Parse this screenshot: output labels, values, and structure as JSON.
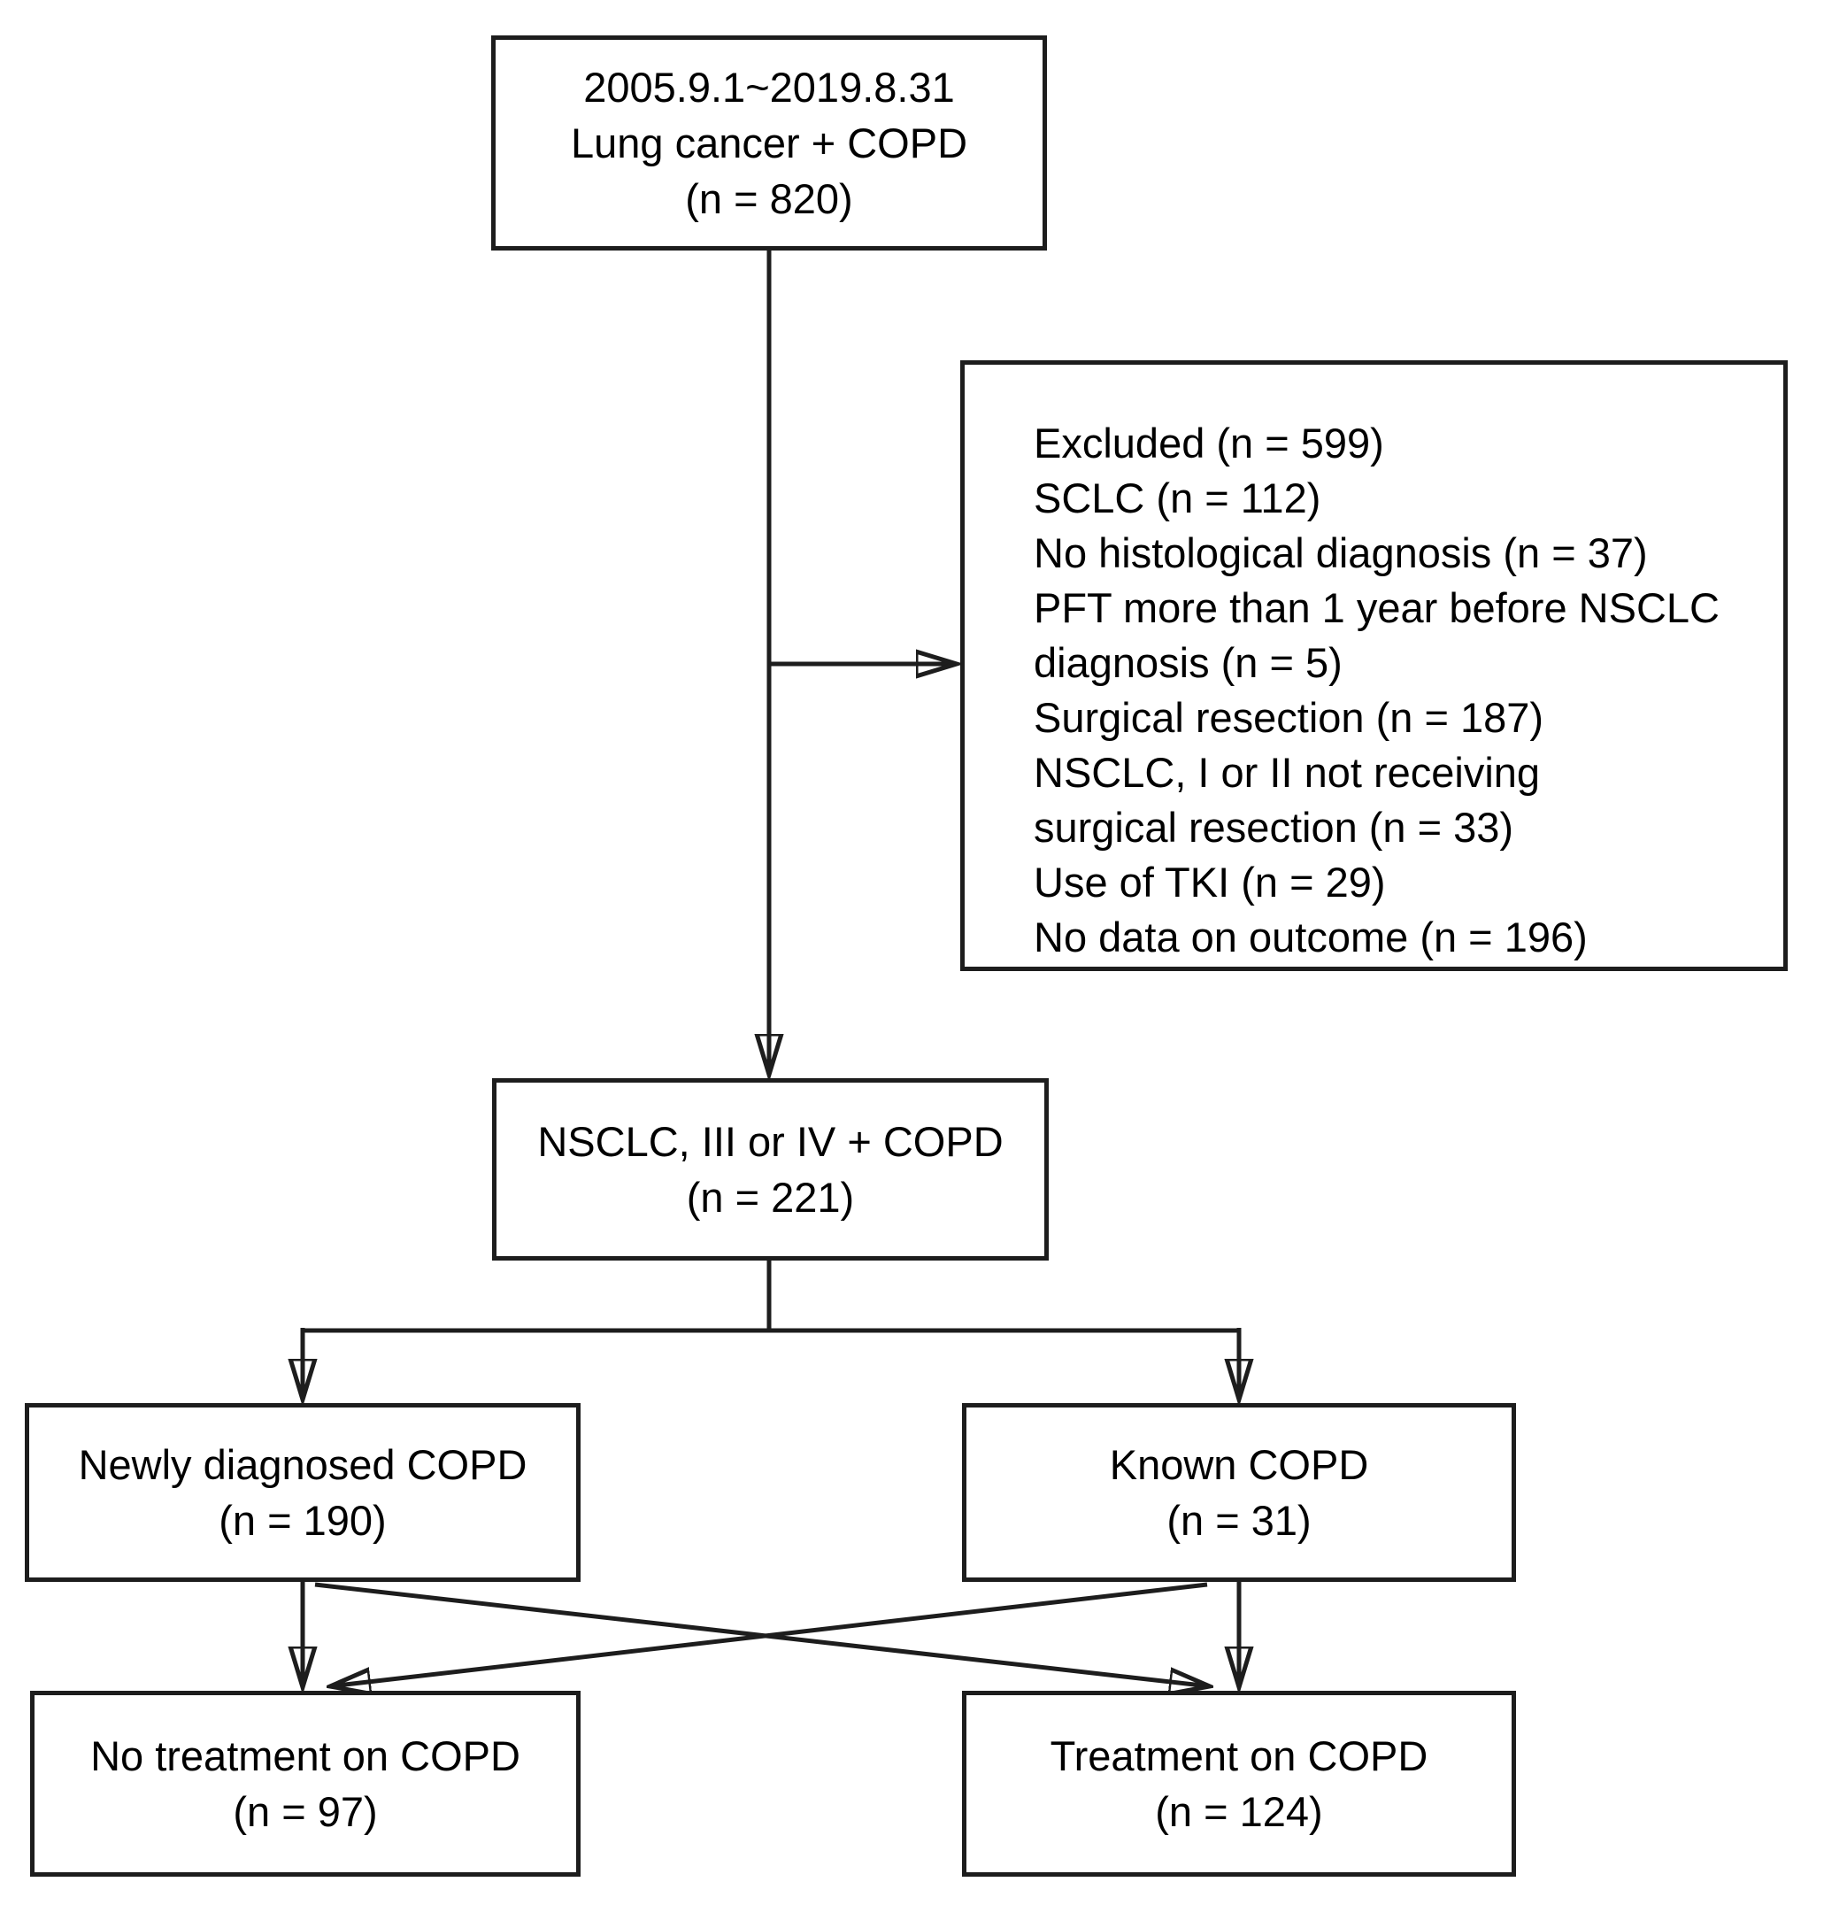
{
  "diagram": {
    "kind": "study-flowchart",
    "colors": {
      "background": "#ffffff",
      "border": "#1d1d1d",
      "line": "#1d1d1d",
      "text": "#000000"
    },
    "nodes": {
      "initial": {
        "lines": [
          "2005.9.1~2019.8.31",
          "Lung cancer + COPD",
          "(n = 820)"
        ]
      },
      "excluded": {
        "lines": [
          "Excluded (n = 599)",
          "SCLC (n = 112)",
          "No histological diagnosis (n = 37)",
          "PFT more than 1 year before NSCLC",
          "diagnosis (n = 5)",
          "Surgical resection (n = 187)",
          "NSCLC, I or II not receiving",
          "surgical resection (n = 33)",
          "Use of TKI (n = 29)",
          "No data on outcome (n = 196)"
        ]
      },
      "nsclc34": {
        "lines": [
          "NSCLC, III or IV + COPD",
          "(n = 221)"
        ]
      },
      "newly_diagnosed": {
        "lines": [
          "Newly diagnosed COPD",
          "(n = 190)"
        ]
      },
      "known_copd": {
        "lines": [
          "Known COPD",
          "(n = 31)"
        ]
      },
      "no_treatment": {
        "lines": [
          "No treatment on COPD",
          "(n = 97)"
        ]
      },
      "treatment": {
        "lines": [
          "Treatment on COPD",
          "(n = 124)"
        ]
      }
    }
  }
}
